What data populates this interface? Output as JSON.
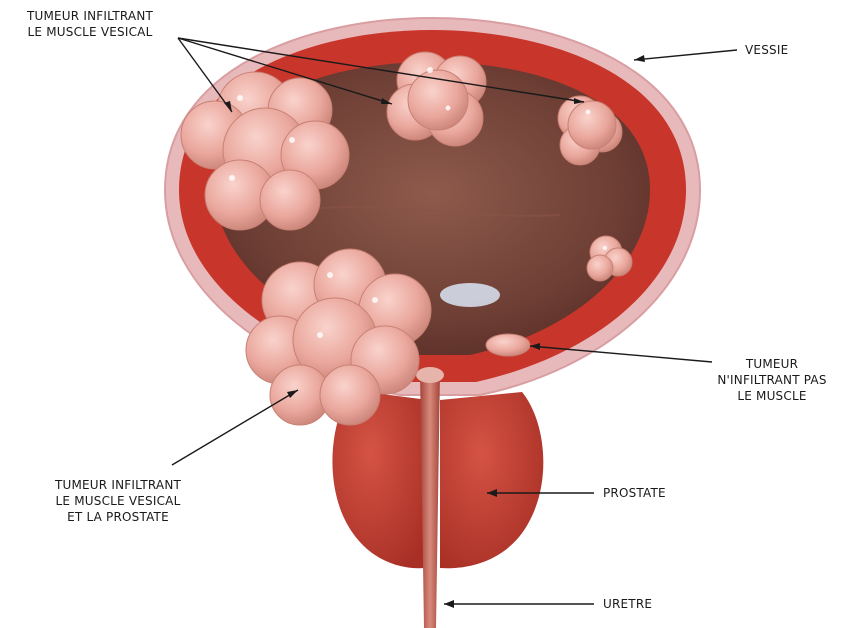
{
  "labels": {
    "tumeur_infiltrant_muscle": [
      "TUMEUR INFILTRANT",
      "LE MUSCLE VESICAL"
    ],
    "vessie": "VESSIE",
    "tumeur_non_infiltrant": [
      "TUMEUR",
      "N'INFILTRANT PAS",
      "LE MUSCLE"
    ],
    "tumeur_infiltrant_prostate": [
      "TUMEUR INFILTRANT",
      "LE MUSCLE VESICAL",
      "ET LA PROSTATE"
    ],
    "prostate": "PROSTATE",
    "uretre": "URETRE"
  },
  "colors": {
    "bladder_wall_outer": "#e6b3b5",
    "bladder_muscle": "#c8352b",
    "bladder_lumen": "#7a4a3f",
    "tumor": "#f0b2a8",
    "prostate": "#c84436",
    "urethra": "#c5685a"
  }
}
